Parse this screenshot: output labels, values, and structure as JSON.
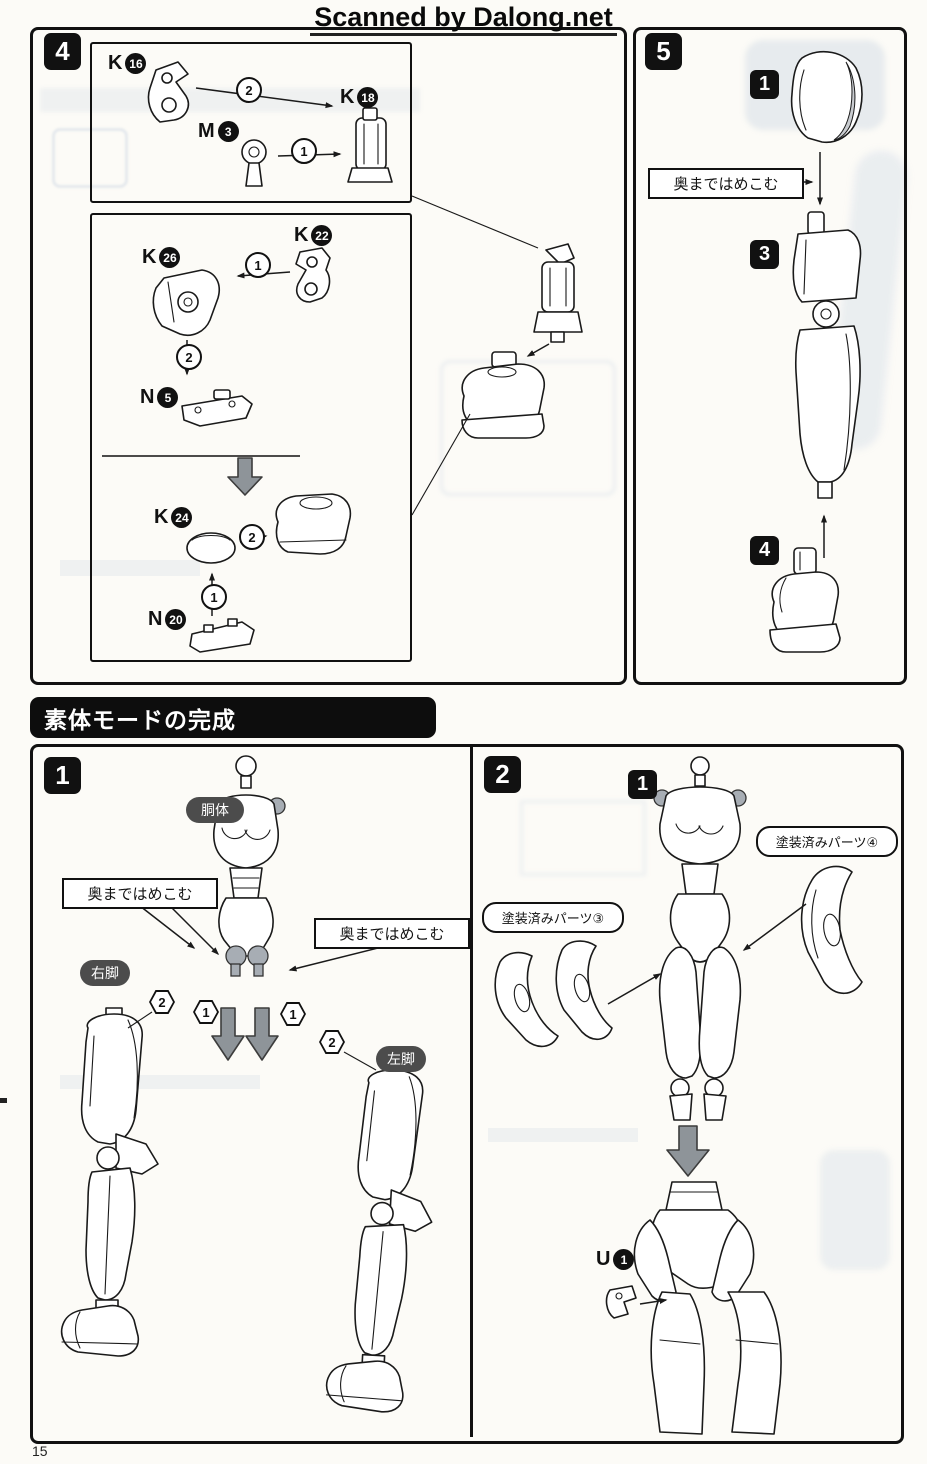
{
  "watermark": "Scanned by Dalong.net",
  "page_number": "15",
  "section_header": "素体モードの完成",
  "colors": {
    "ink": "#1a1a1a",
    "label_gray": "#4c4c4c",
    "arrow_gray": "#8e9499"
  },
  "panel4": {
    "step": "4",
    "parts": {
      "k16": {
        "letter": "K",
        "num": "16"
      },
      "k18": {
        "letter": "K",
        "num": "18"
      },
      "m3": {
        "letter": "M",
        "num": "3"
      },
      "k22": {
        "letter": "K",
        "num": "22"
      },
      "k26": {
        "letter": "K",
        "num": "26"
      },
      "n5": {
        "letter": "N",
        "num": "5"
      },
      "k24": {
        "letter": "K",
        "num": "24"
      },
      "n20": {
        "letter": "N",
        "num": "20"
      }
    },
    "callouts": {
      "c1": "2",
      "c2": "1",
      "c3": "1",
      "c4": "2",
      "c5": "2",
      "c6": "1"
    }
  },
  "panel5": {
    "step": "5",
    "label_1": "1",
    "label_3": "3",
    "label_4": "4",
    "note": "奥まではめこむ"
  },
  "body_complete": {
    "step1": {
      "step": "1",
      "torso_label": "胴体",
      "right_leg_label": "右脚",
      "left_leg_label": "左脚",
      "note_left": "奥まではめこむ",
      "note_right": "奥まではめこむ",
      "callouts": {
        "left_2": "2",
        "left_1": "1",
        "right_1": "1",
        "right_2": "2"
      }
    },
    "step2": {
      "step": "2",
      "substep": "1",
      "painted_part_3": "塗装済みパーツ③",
      "painted_part_4": "塗装済みパーツ④",
      "part_u1": {
        "letter": "U",
        "num": "1"
      }
    }
  }
}
